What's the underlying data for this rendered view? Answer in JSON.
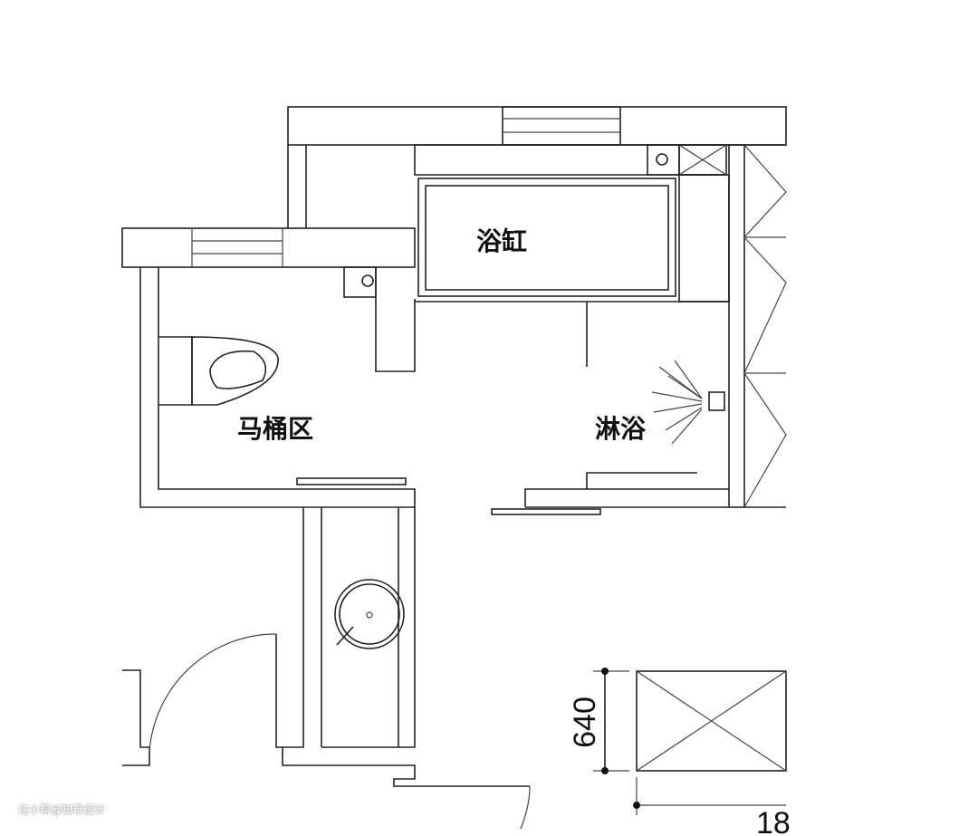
{
  "rooms": {
    "bathtub": "浴缸",
    "toilet_area": "马桶区",
    "shower": "淋浴"
  },
  "dimensions": {
    "height": "640",
    "width_partial": "18"
  },
  "watermark": "住小帮@知希设计"
}
